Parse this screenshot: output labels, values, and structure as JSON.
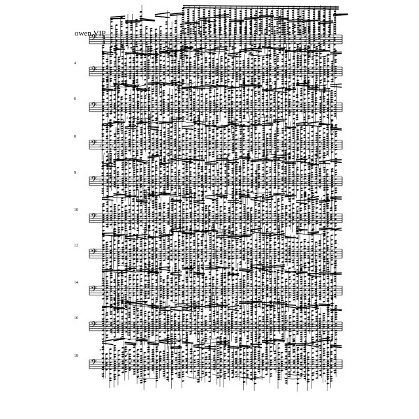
{
  "score": {
    "instrument_label": "owen.VIP",
    "clef": "bass",
    "time_signature": {
      "top": "4",
      "bottom": "4"
    },
    "systems": [
      {
        "number": ""
      },
      {
        "number": "4"
      },
      {
        "number": "6"
      },
      {
        "number": "8"
      },
      {
        "number": "9"
      },
      {
        "number": "10"
      },
      {
        "number": "12"
      },
      {
        "number": "14"
      },
      {
        "number": "16"
      },
      {
        "number": "18"
      }
    ]
  }
}
